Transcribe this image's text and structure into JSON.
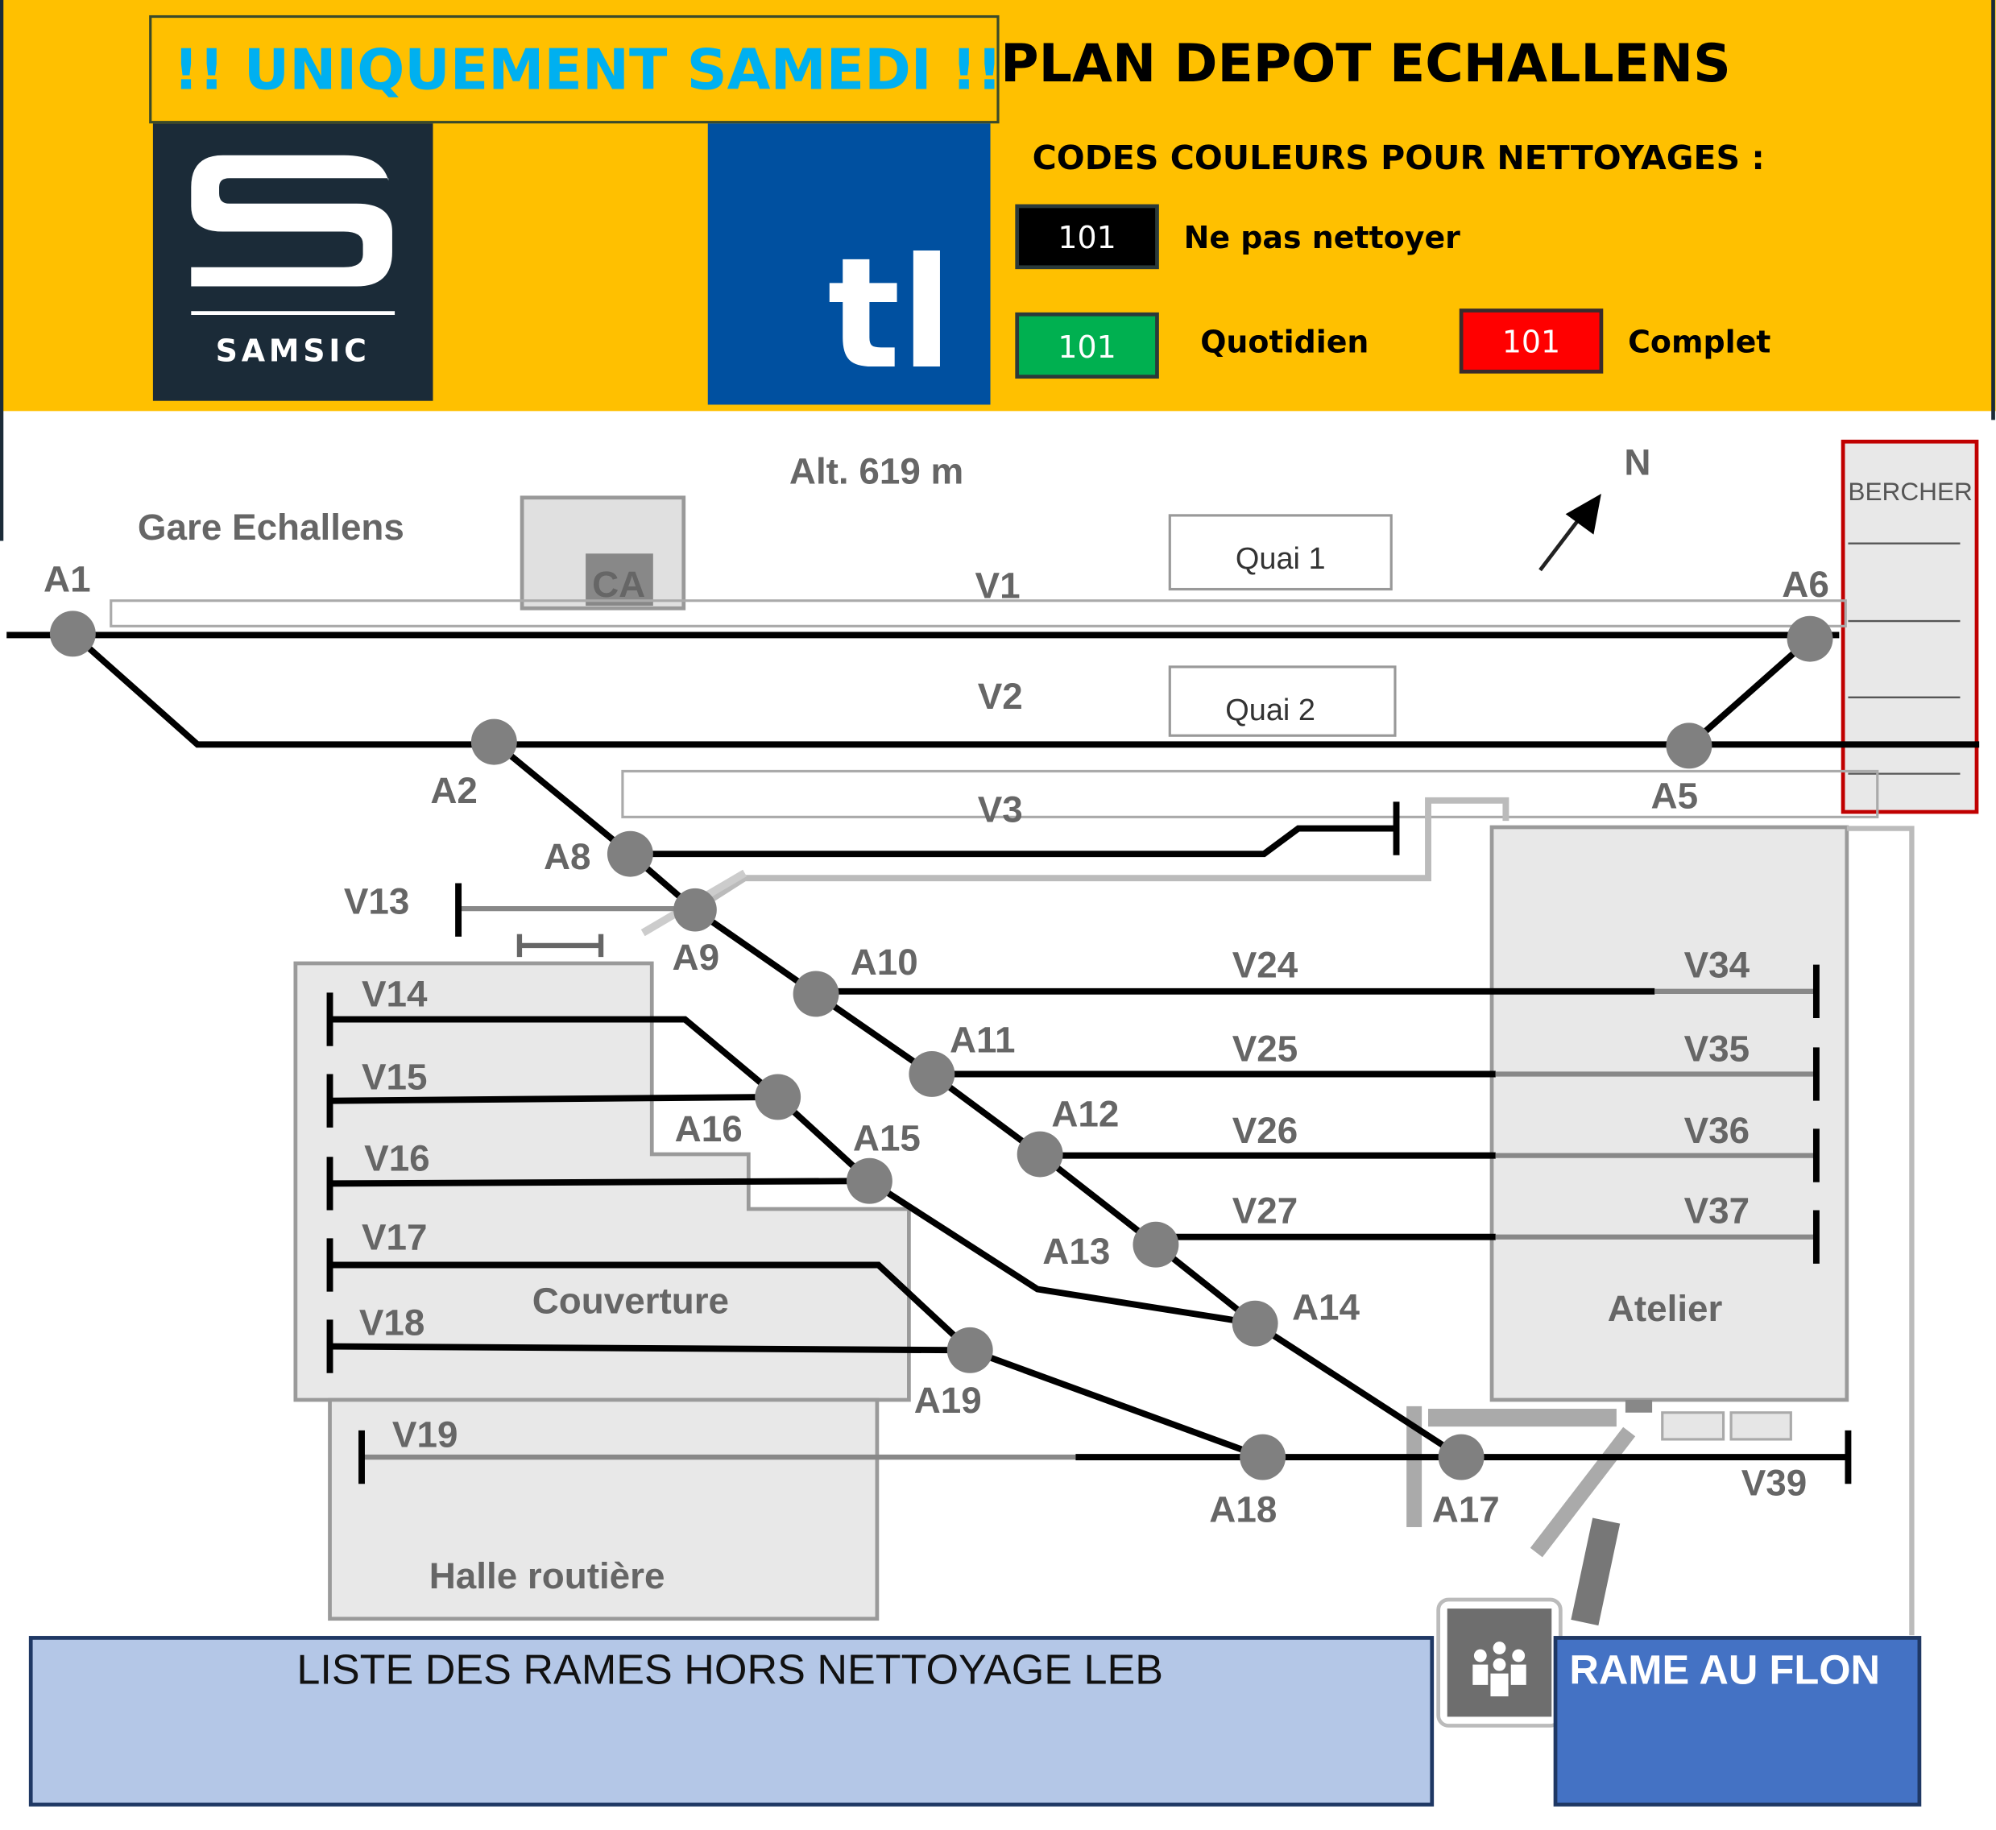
{
  "header": {
    "notice": "!! UNIQUEMENT SAMEDI !!",
    "title": "PLAN DEPOT ECHALLENS",
    "legend_title": "CODES COULEURS POUR NETTOYAGES :",
    "logos": {
      "samsic": "SAMSIC",
      "tl": "tl"
    },
    "legend": [
      {
        "code": "101",
        "label": "Ne pas nettoyer",
        "color": "#000000"
      },
      {
        "code": "101",
        "label": "Quotidien",
        "color": "#00B050"
      },
      {
        "code": "101",
        "label": "Complet",
        "color": "#FF0000"
      }
    ],
    "background": "#FFC000",
    "notice_color": "#00B0F0"
  },
  "map": {
    "altitude": "Alt. 619 m",
    "north": "N",
    "station": "Gare Echallens",
    "ca": "CA",
    "quai1": "Quai 1",
    "quai2": "Quai 2",
    "bercher": "BERCHER",
    "couverture": "Couverture",
    "atelier": "Atelier",
    "halle": "Halle routière",
    "tracks": {
      "v1": "V1",
      "v2": "V2",
      "v3": "V3",
      "v13": "V13",
      "v14": "V14",
      "v15": "V15",
      "v16": "V16",
      "v17": "V17",
      "v18": "V18",
      "v19": "V19",
      "v24": "V24",
      "v25": "V25",
      "v26": "V26",
      "v27": "V27",
      "v34": "V34",
      "v35": "V35",
      "v36": "V36",
      "v37": "V37",
      "v39": "V39"
    },
    "switches": {
      "a1": "A1",
      "a2": "A2",
      "a5": "A5",
      "a6": "A6",
      "a8": "A8",
      "a9": "A9",
      "a10": "A10",
      "a11": "A11",
      "a12": "A12",
      "a13": "A13",
      "a14": "A14",
      "a15": "A15",
      "a16": "A16",
      "a17": "A17",
      "a18": "A18",
      "a19": "A19"
    }
  },
  "footer": {
    "list_title": "LISTE DES RAMES HORS NETTOYAGE LEB",
    "flon_title": "RAME AU FLON"
  }
}
